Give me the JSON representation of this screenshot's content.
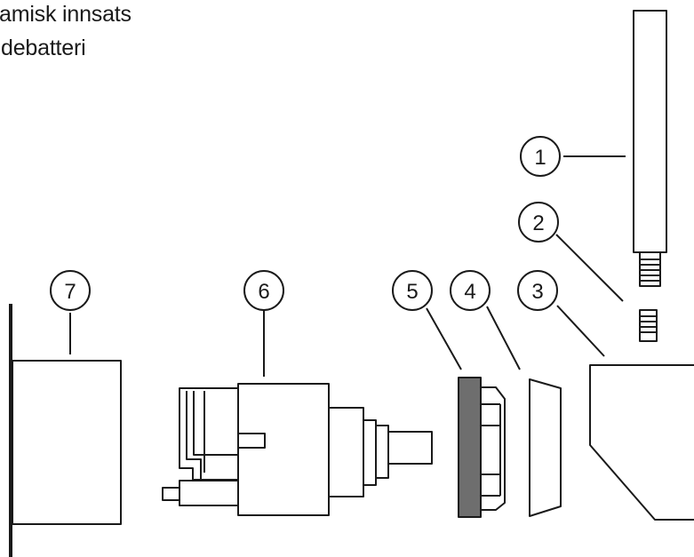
{
  "title_lines": [
    "amisk innsats",
    "debatteri"
  ],
  "callouts": [
    "1",
    "2",
    "3",
    "4",
    "5",
    "6",
    "7"
  ],
  "colors": {
    "stroke": "#1a1a1a",
    "gasket": "#6e6e6e",
    "background": "#ffffff"
  }
}
